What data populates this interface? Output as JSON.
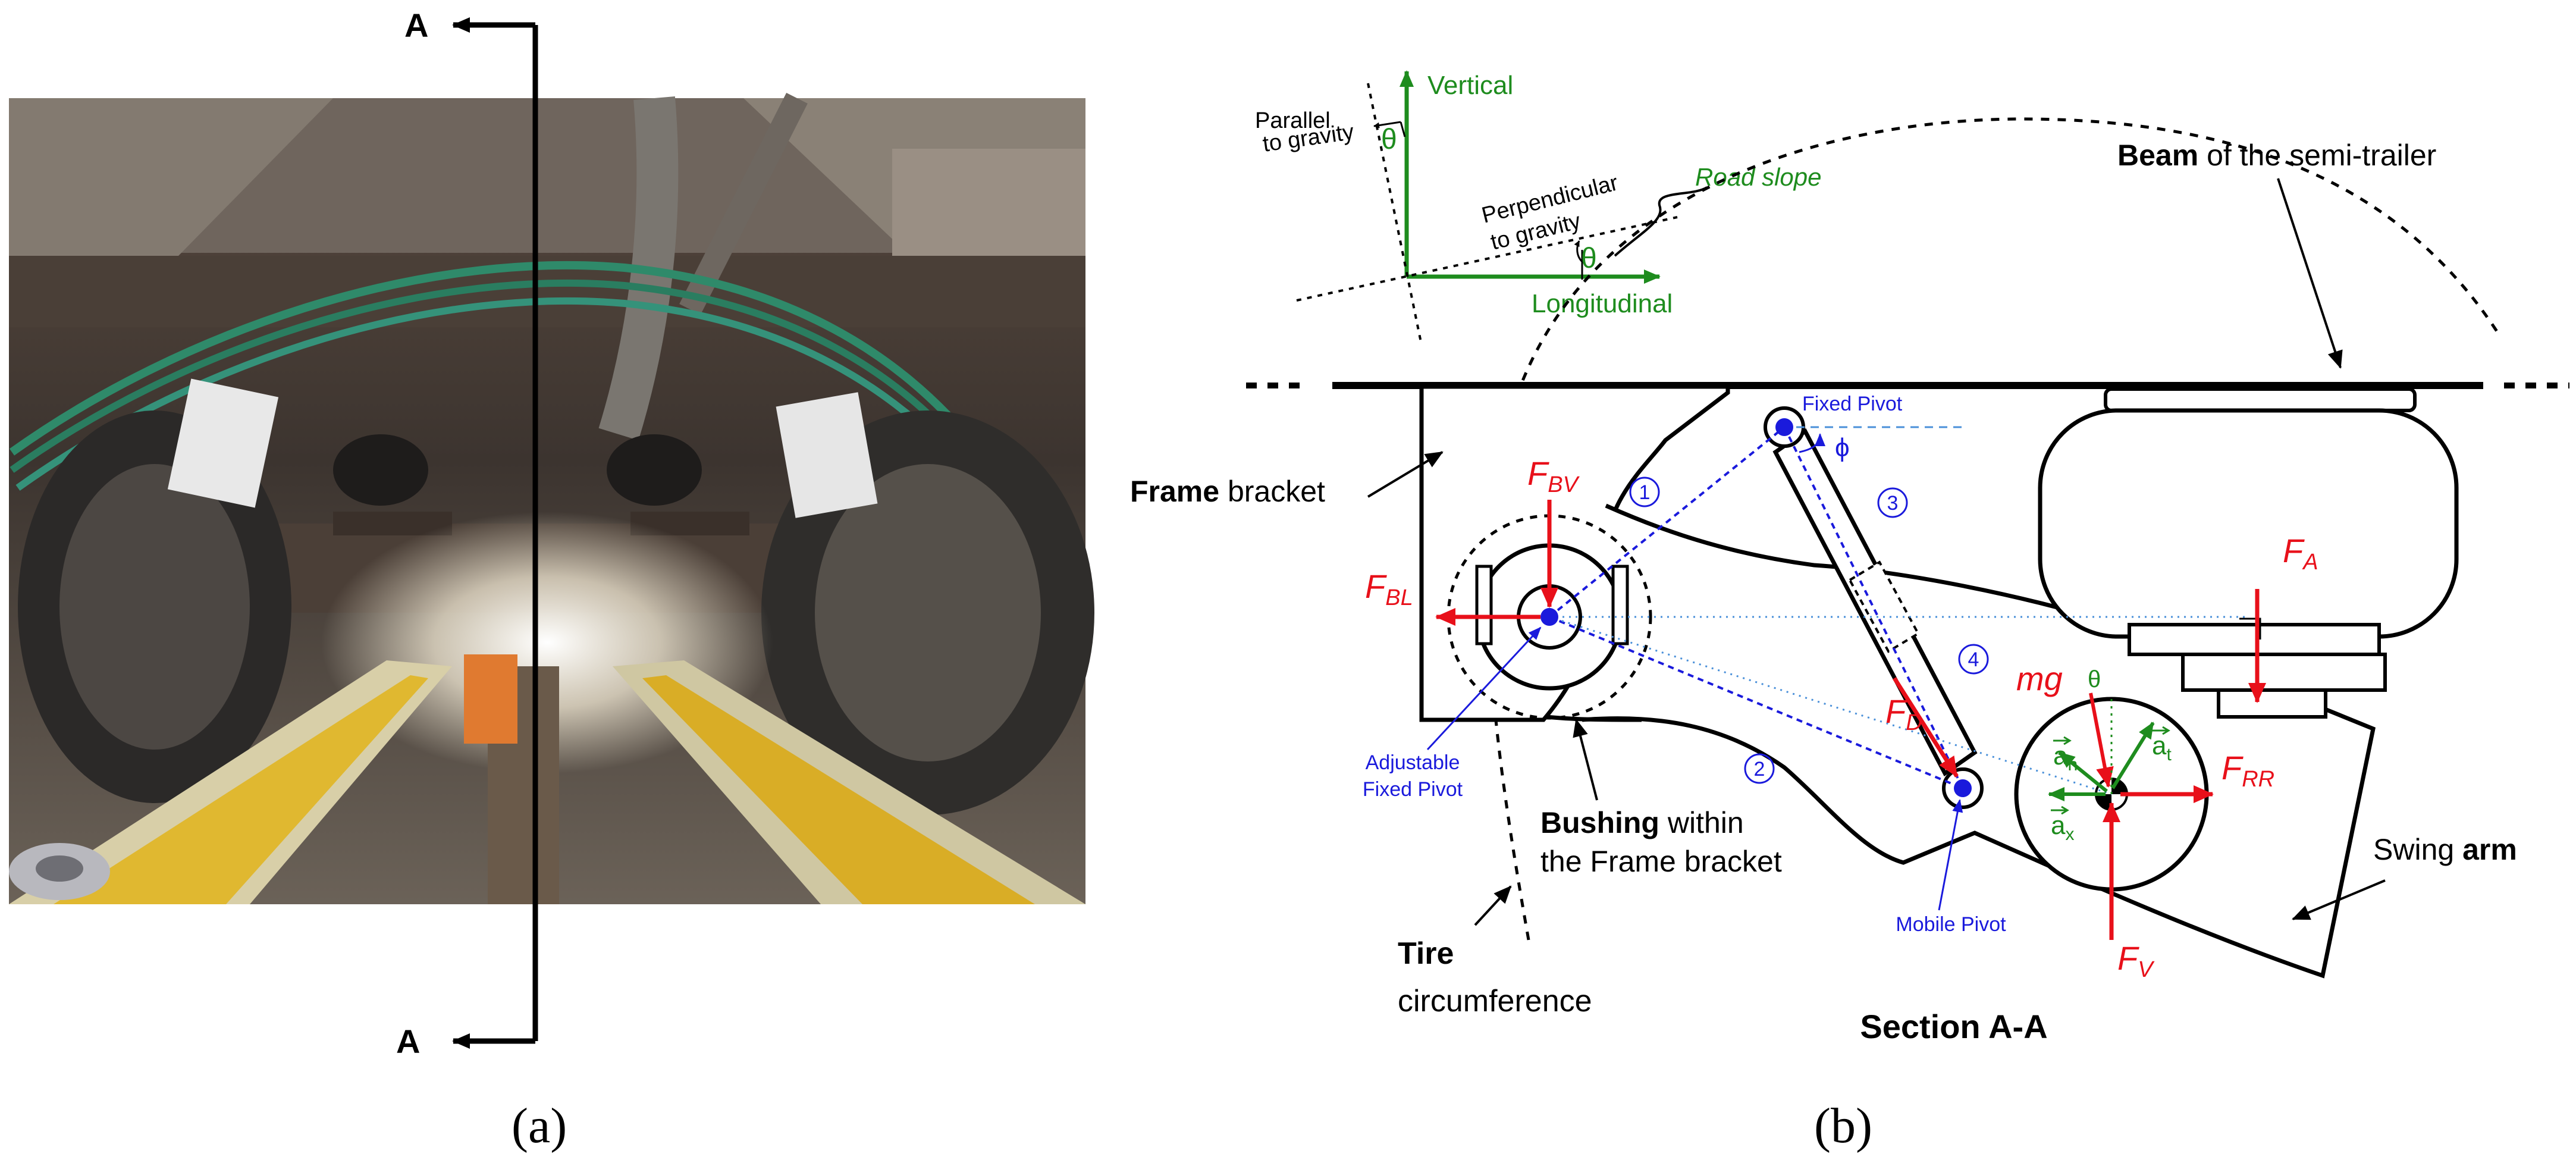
{
  "panel_a": {
    "section_marker_top": "A",
    "section_marker_bottom": "A",
    "caption": "(a)"
  },
  "panel_b": {
    "caption": "(b)",
    "section_title": "Section A-A",
    "orientation": {
      "vertical": "Vertical",
      "longitudinal": "Longitudinal",
      "parallel_line1": "Parallel",
      "parallel_line2": "to gravity",
      "perp_line1": "Perpendicular",
      "perp_line2": "to gravity",
      "road_slope": "Road slope",
      "theta": "θ"
    },
    "labels": {
      "beam_bold": "Beam",
      "beam_rest": " of the semi-trailer",
      "frame_bold": "Frame",
      "frame_rest": " bracket",
      "bushing_bold": "Bushing",
      "bushing_rest": " within",
      "bushing_line2": "the Frame bracket",
      "tire_bold": "Tire",
      "tire_line2": "circumference",
      "swing_rest": "Swing ",
      "swing_bold": "arm",
      "fixed_pivot": "Fixed Pivot",
      "adjustable_line1": "Adjustable",
      "adjustable_line2": "Fixed Pivot",
      "mobile_pivot": "Mobile Pivot",
      "phi": "ϕ",
      "theta_small": "θ"
    },
    "links": [
      "1",
      "2",
      "3",
      "4"
    ],
    "forces": {
      "fbv_main": "F",
      "fbv_sub": "BV",
      "fbl_main": "F",
      "fbl_sub": "BL",
      "fa_main": "F",
      "fa_sub": "A",
      "fd_main": "F",
      "fd_sub": "D",
      "frr_main": "F",
      "frr_sub": "RR",
      "fv_main": "F",
      "fv_sub": "V",
      "mg": "mg"
    },
    "accelerations": {
      "an_main": "a",
      "an_sub": "n",
      "at_main": "a",
      "at_sub": "t",
      "ax_main": "a",
      "ax_sub": "x"
    }
  },
  "colors": {
    "force_red": "#e8101a",
    "accel_green": "#1e8c1e",
    "pivot_blue": "#1a1adc",
    "line_black": "#000000"
  }
}
